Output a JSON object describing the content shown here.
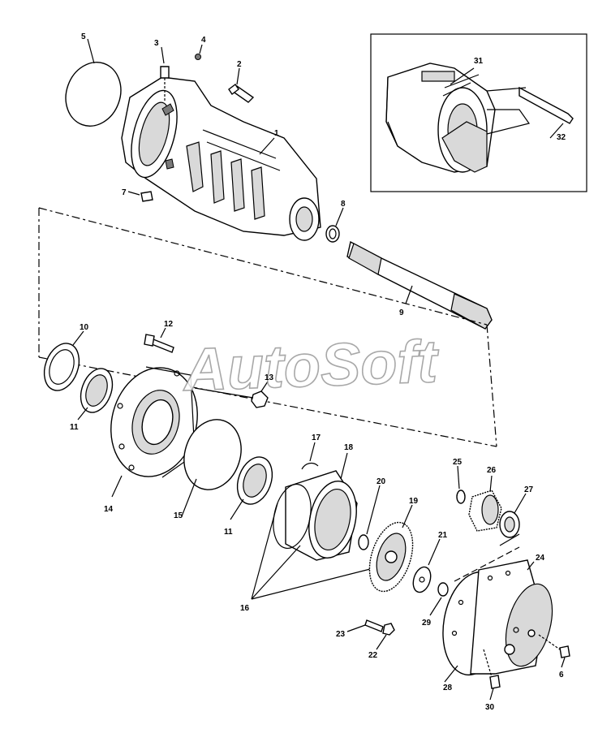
{
  "watermark": "AutoSoft",
  "callouts": {
    "c1": "1",
    "c2": "2",
    "c3": "3",
    "c4": "4",
    "c5": "5",
    "c6": "6",
    "c7": "7",
    "c8": "8",
    "c9": "9",
    "c10": "10",
    "c11a": "11",
    "c11b": "11",
    "c12": "12",
    "c13": "13",
    "c14": "14",
    "c15": "15",
    "c16": "16",
    "c17": "17",
    "c18": "18",
    "c19": "19",
    "c20": "20",
    "c21": "21",
    "c22": "22",
    "c23": "23",
    "c24": "24",
    "c25": "25",
    "c26": "26",
    "c27": "27",
    "c28": "28",
    "c29": "29",
    "c30": "30",
    "c31": "31",
    "c32": "32"
  }
}
